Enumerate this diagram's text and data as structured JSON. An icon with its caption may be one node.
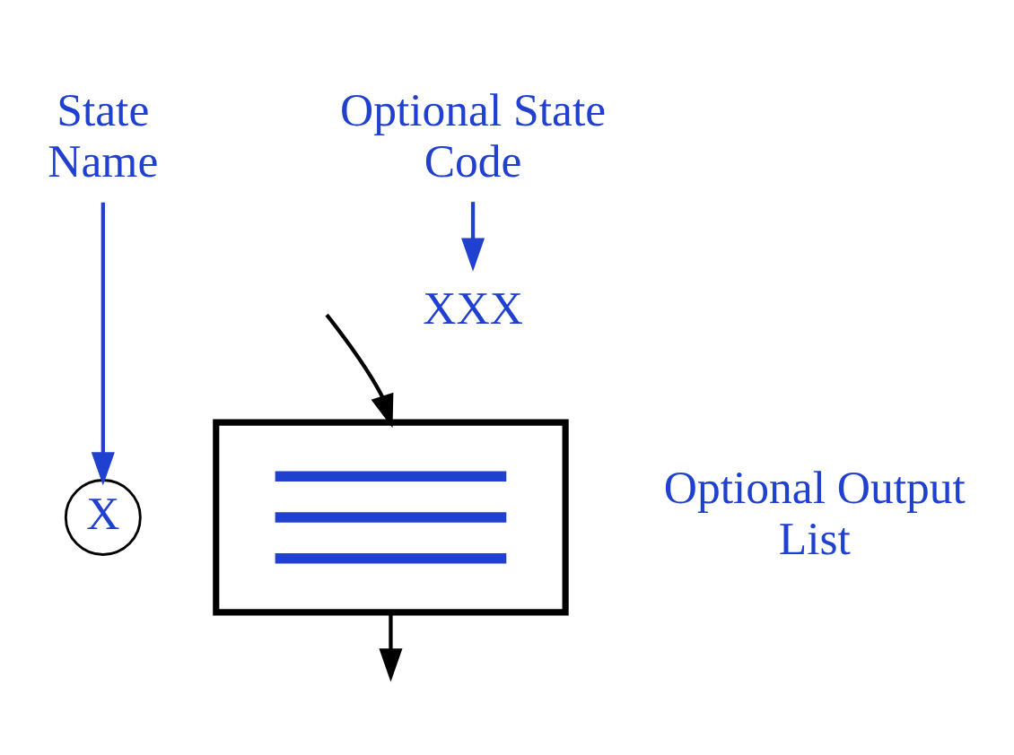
{
  "diagram": {
    "nodes": [
      {
        "text": [
          "State Name"
        ]
      },
      {
        "text": [
          "X"
        ]
      },
      {
        "text": [
          "Optional State Code"
        ]
      },
      {
        "text": [
          "XXX"
        ]
      },
      {
        "text": [],
        "shape": "box"
      }
    ],
    "edges": [
      {
        "from": 0,
        "to": 1,
        "arrow": "to",
        "color": "#2040d0"
      },
      {
        "from": 2,
        "to": 3,
        "arrow": "to",
        "color": "#2040d0"
      },
      {
        "from": null,
        "to": 4,
        "arrow": "to",
        "color": "#000000"
      },
      {
        "from": 4,
        "to": null,
        "arrow": "to",
        "color": "#000000"
      }
    ],
    "labels": [
      "Optional Output List"
    ]
  }
}
